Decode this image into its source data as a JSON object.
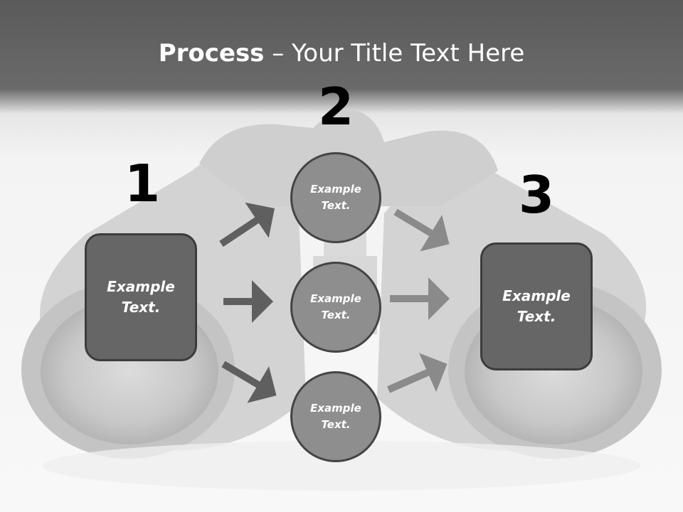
{
  "title": {
    "bold": "Process",
    "rest": " – Your Title Text Here"
  },
  "steps": {
    "one": {
      "number": "1",
      "text": "Example\nText."
    },
    "two": {
      "number": "2"
    },
    "three": {
      "number": "3",
      "text": "Example\nText."
    }
  },
  "circles": [
    {
      "text": "Example\nText."
    },
    {
      "text": "Example\nText."
    },
    {
      "text": "Example\nText."
    }
  ],
  "colors": {
    "box_fill": "#666666",
    "circle_fill": "#8e8e8e",
    "dark_arrow": "#5f5f5f",
    "light_arrow": "#8a8a8a"
  }
}
